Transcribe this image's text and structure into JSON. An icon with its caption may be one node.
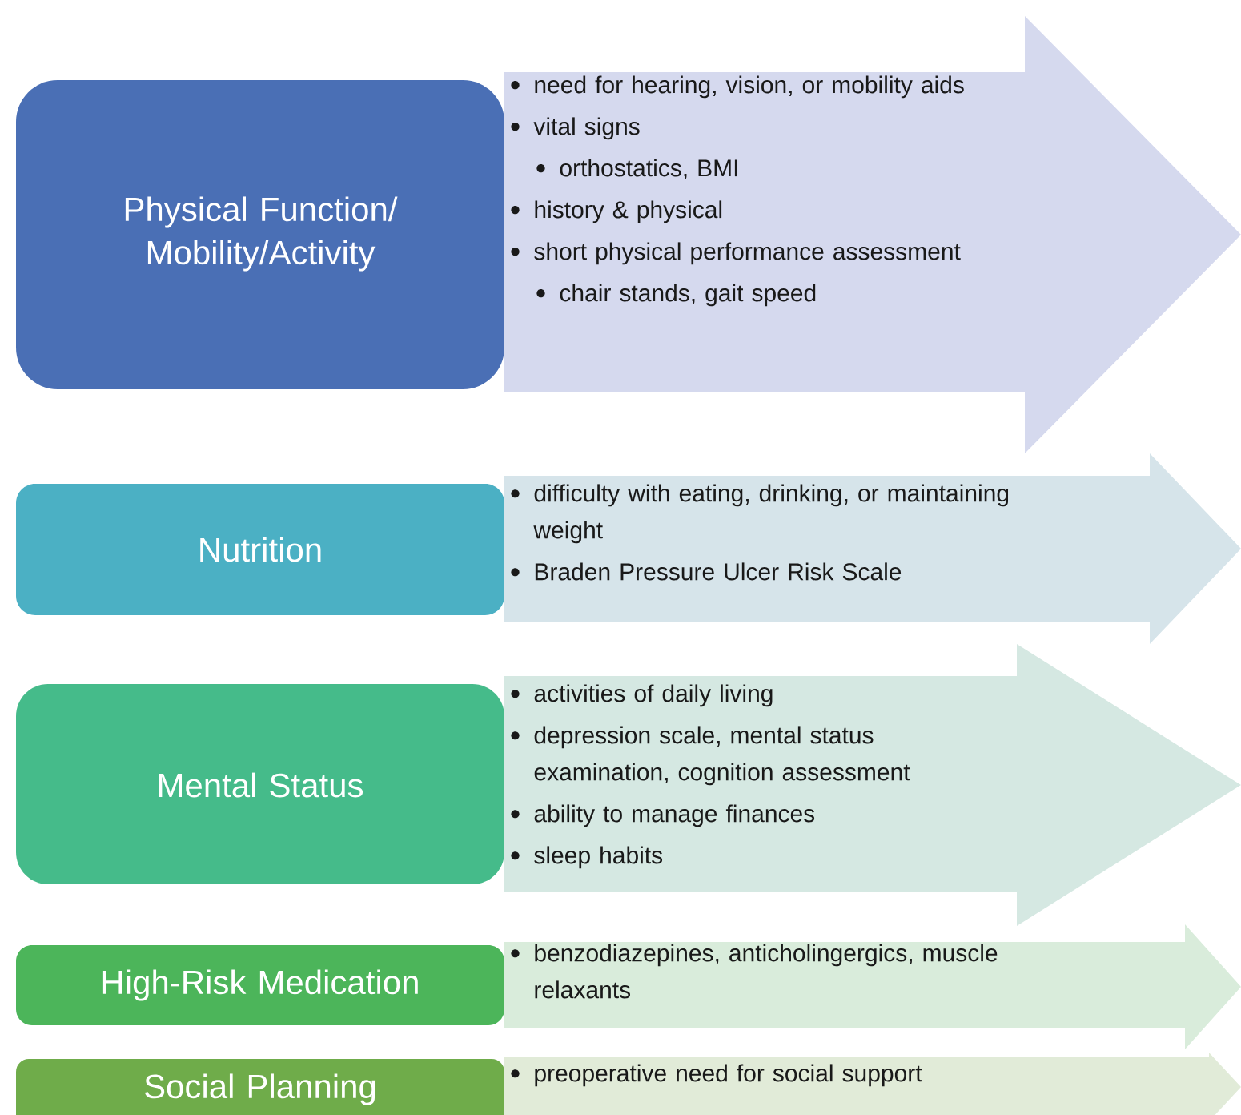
{
  "diagram": {
    "nodes": [
      {
        "text": [
          "Physical Function/ Mobility/Activity"
        ]
      },
      {
        "text": [
          "need for hearing, vision, or mobility aids",
          "vital signs",
          "orthostatics, BMI",
          "history & physical",
          "short physical performance assessment",
          "chair stands, gait speed"
        ]
      },
      {
        "text": [
          "Nutrition"
        ]
      },
      {
        "text": [
          "difficulty with eating, drinking, or maintaining weight",
          "Braden Pressure Ulcer Risk Scale"
        ]
      },
      {
        "text": [
          "Mental Status"
        ]
      },
      {
        "text": [
          "activities of daily living",
          "depression scale, mental status examination, cognition assessment",
          "ability to manage finances",
          "sleep habits"
        ]
      },
      {
        "text": [
          "High-Risk Medication"
        ]
      },
      {
        "text": [
          "benzodiazepines, anticholingergics, muscle relaxants"
        ]
      },
      {
        "text": [
          "Social Planning"
        ]
      },
      {
        "text": [
          "preoperative need for social support"
        ]
      }
    ]
  }
}
